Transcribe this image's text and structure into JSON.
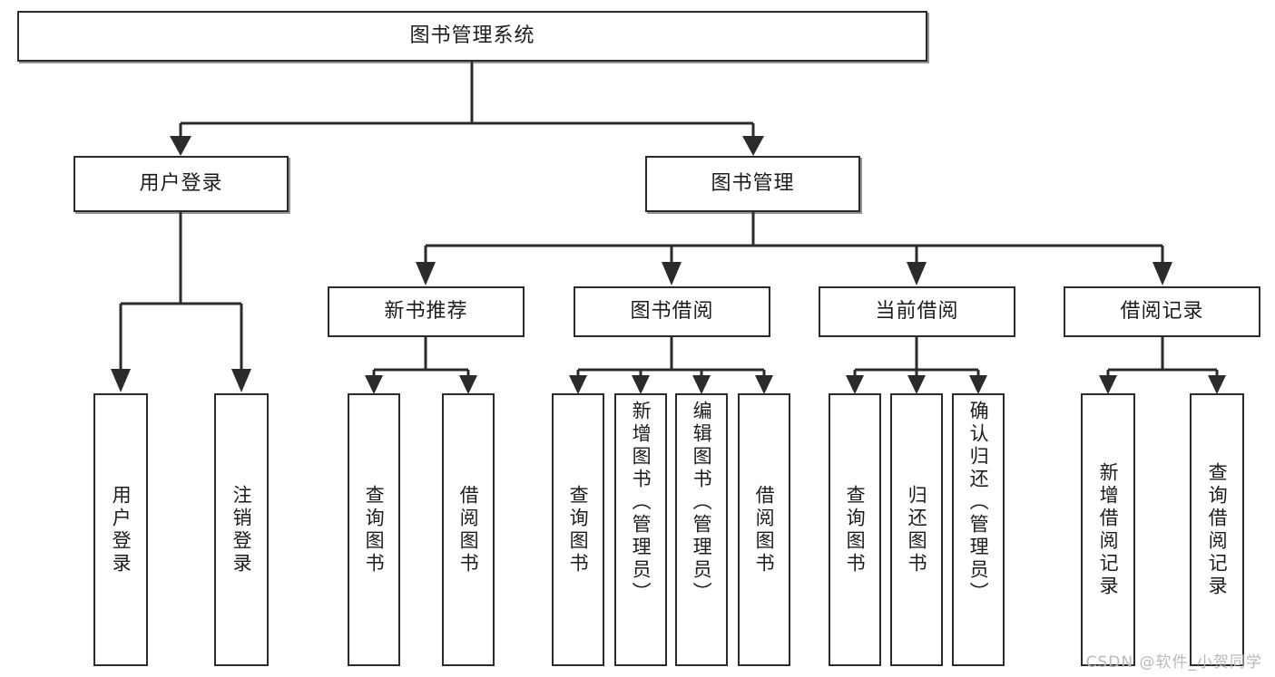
{
  "diagram": {
    "title": "图书管理系统",
    "type": "tree-hierarchy-diagram",
    "colors": {
      "box_border": "#2b2b2b",
      "box_fill": "#ffffff",
      "connector": "#2b2b2b",
      "text": "#1c1c1c",
      "watermark": "#b9b9b9",
      "background": "#ffffff"
    },
    "root": {
      "label": "图书管理系统"
    },
    "level1": [
      {
        "label": "用户登录"
      },
      {
        "label": "图书管理"
      }
    ],
    "level2": [
      {
        "label": "新书推荐"
      },
      {
        "label": "图书借阅"
      },
      {
        "label": "当前借阅"
      },
      {
        "label": "借阅记录"
      }
    ],
    "leaves": {
      "user_login": [
        {
          "label": "用户登录"
        },
        {
          "label": "注销登录"
        }
      ],
      "new_book_recommend": [
        {
          "label": "查询图书"
        },
        {
          "label": "借阅图书"
        }
      ],
      "book_borrow": [
        {
          "label": "查询图书"
        },
        {
          "label": "新增图书（管理员）"
        },
        {
          "label": "编辑图书（管理员）"
        },
        {
          "label": "借阅图书"
        }
      ],
      "current_borrow": [
        {
          "label": "查询图书"
        },
        {
          "label": "归还图书"
        },
        {
          "label": "确认归还（管理员）"
        }
      ],
      "borrow_record": [
        {
          "label": "新增借阅记录"
        },
        {
          "label": "查询借阅记录"
        }
      ]
    }
  },
  "watermark": {
    "text": "CSDN @软件_小贺同学"
  }
}
